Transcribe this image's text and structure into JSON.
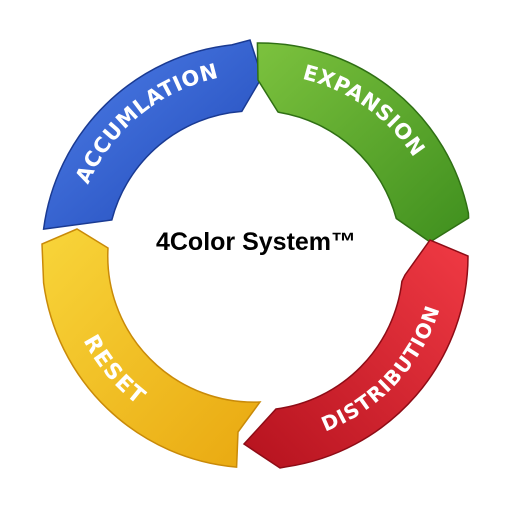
{
  "center": {
    "title": "4Color System™"
  },
  "segments": [
    {
      "id": "accumulation",
      "label": "ACCUMLATION",
      "color": "#2f5fd0",
      "color_dark": "#1c3f9e"
    },
    {
      "id": "expansion",
      "label": "EXPANSION",
      "color": "#5fae2e",
      "color_dark": "#3f8a1c"
    },
    {
      "id": "distribution",
      "label": "DISTRIBUTION",
      "color": "#e0202e",
      "color_dark": "#a8121c"
    },
    {
      "id": "reset",
      "label": "RESET",
      "color": "#f3c21c",
      "color_dark": "#d99a0a"
    }
  ]
}
